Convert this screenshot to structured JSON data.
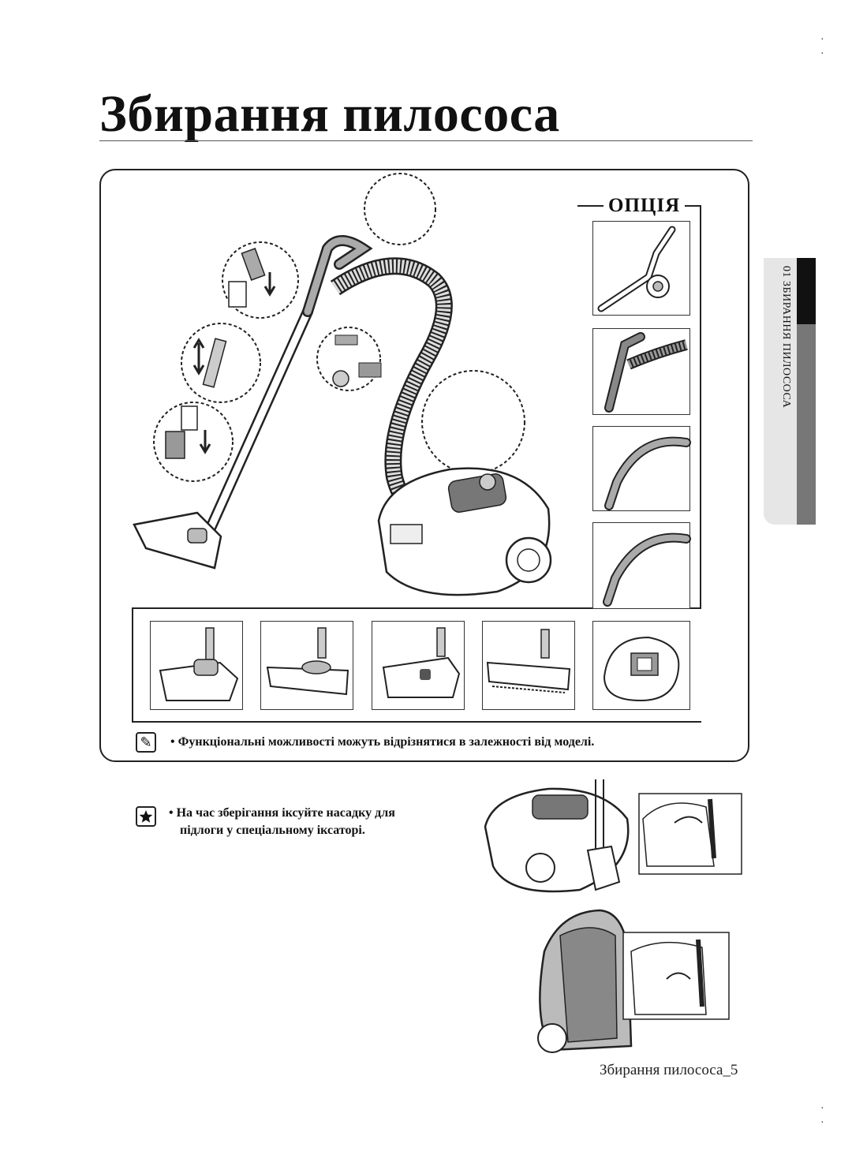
{
  "page": {
    "title": "Збирання пилососа",
    "corner_marks": [
      "·",
      "·"
    ]
  },
  "option_panel": {
    "label": "ОПЦІЯ"
  },
  "side_tab": {
    "text": "01 ЗБИРАННЯ ПИЛОСОСА"
  },
  "notes": {
    "model_note": "Функціональні можливості можуть відрізнятися в залежності від моделі.",
    "storage_note_line1": "На час зберігання    іксуйте насадку для",
    "storage_note_line2": "підлоги у спеціальному    іксаторі."
  },
  "icons": {
    "note": "pencil-note-icon",
    "tip": "star-tip-icon"
  },
  "footer": {
    "text": "Збирання пилососа_5"
  }
}
